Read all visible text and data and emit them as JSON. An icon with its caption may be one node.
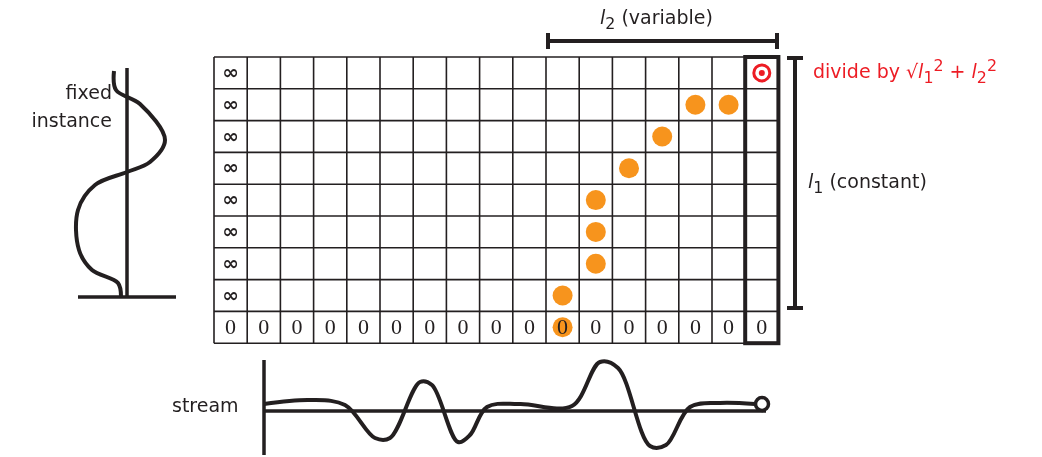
{
  "diagram": {
    "labels": [
      "*l*$_{2}$ (variable)",
      "fixed instance",
      "divide by √*l*$_{1}$$^{2}$ + *l*$_{2}$$^{2}$",
      "*l*$_{1}$ (constant)",
      "∞",
      "∞",
      "∞",
      "∞",
      "∞",
      "∞",
      "∞",
      "∞",
      "0",
      "0",
      "0",
      "0",
      "0",
      "0",
      "0",
      "0",
      "0",
      "0",
      "0",
      "0",
      "0",
      "0",
      "0",
      "0",
      "0",
      "stream"
    ]
  }
}
